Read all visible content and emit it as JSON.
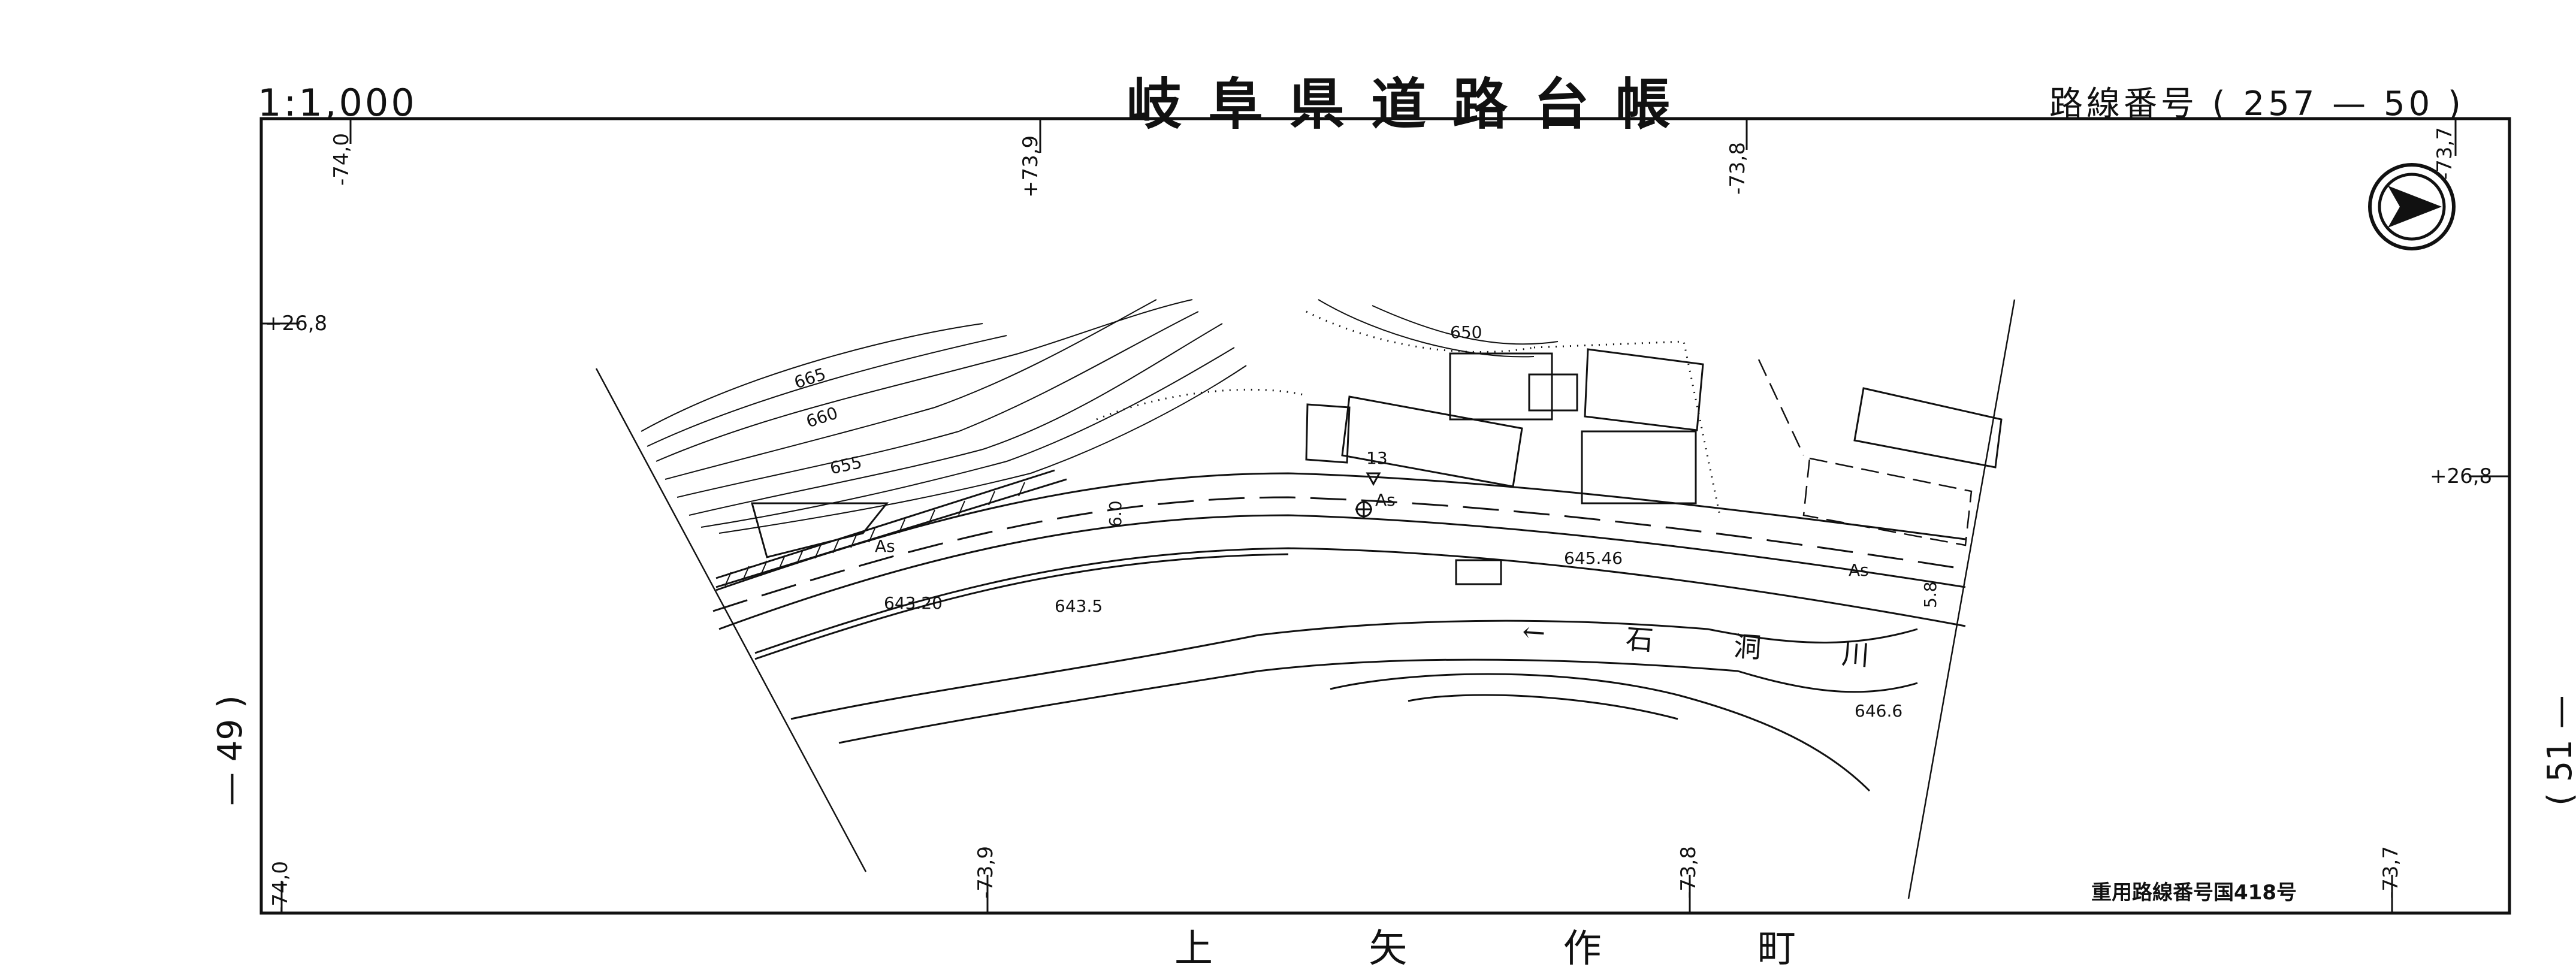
{
  "header": {
    "scale": "1:1,000",
    "title": "岐阜県道路台帳",
    "route_number": "路線番号 ( 257 — 50 )"
  },
  "sheet_refs": {
    "left": "— 49 )",
    "right": "( 51 —"
  },
  "coordinates": {
    "top": [
      "-74,0",
      "+73,9",
      "-73,8",
      "-73,7"
    ],
    "bottom": [
      "-74,0",
      "-73,9",
      "-73,8",
      "-73,7"
    ],
    "left": "+26,8",
    "right": "+26,8"
  },
  "contours": [
    "665",
    "660",
    "655",
    "650"
  ],
  "spot_heights": [
    "643.20",
    "643.5",
    "645.46",
    "646.6"
  ],
  "station_label": "13",
  "pavement_labels": [
    "As",
    "As",
    "As"
  ],
  "widths": [
    "6.0",
    "5.8"
  ],
  "river_name": "← 石 洞 川",
  "national_route_note": "重用路線番号国418号",
  "town_name": "上 矢 作 町",
  "north_arrow_icon": "north-arrow-icon"
}
